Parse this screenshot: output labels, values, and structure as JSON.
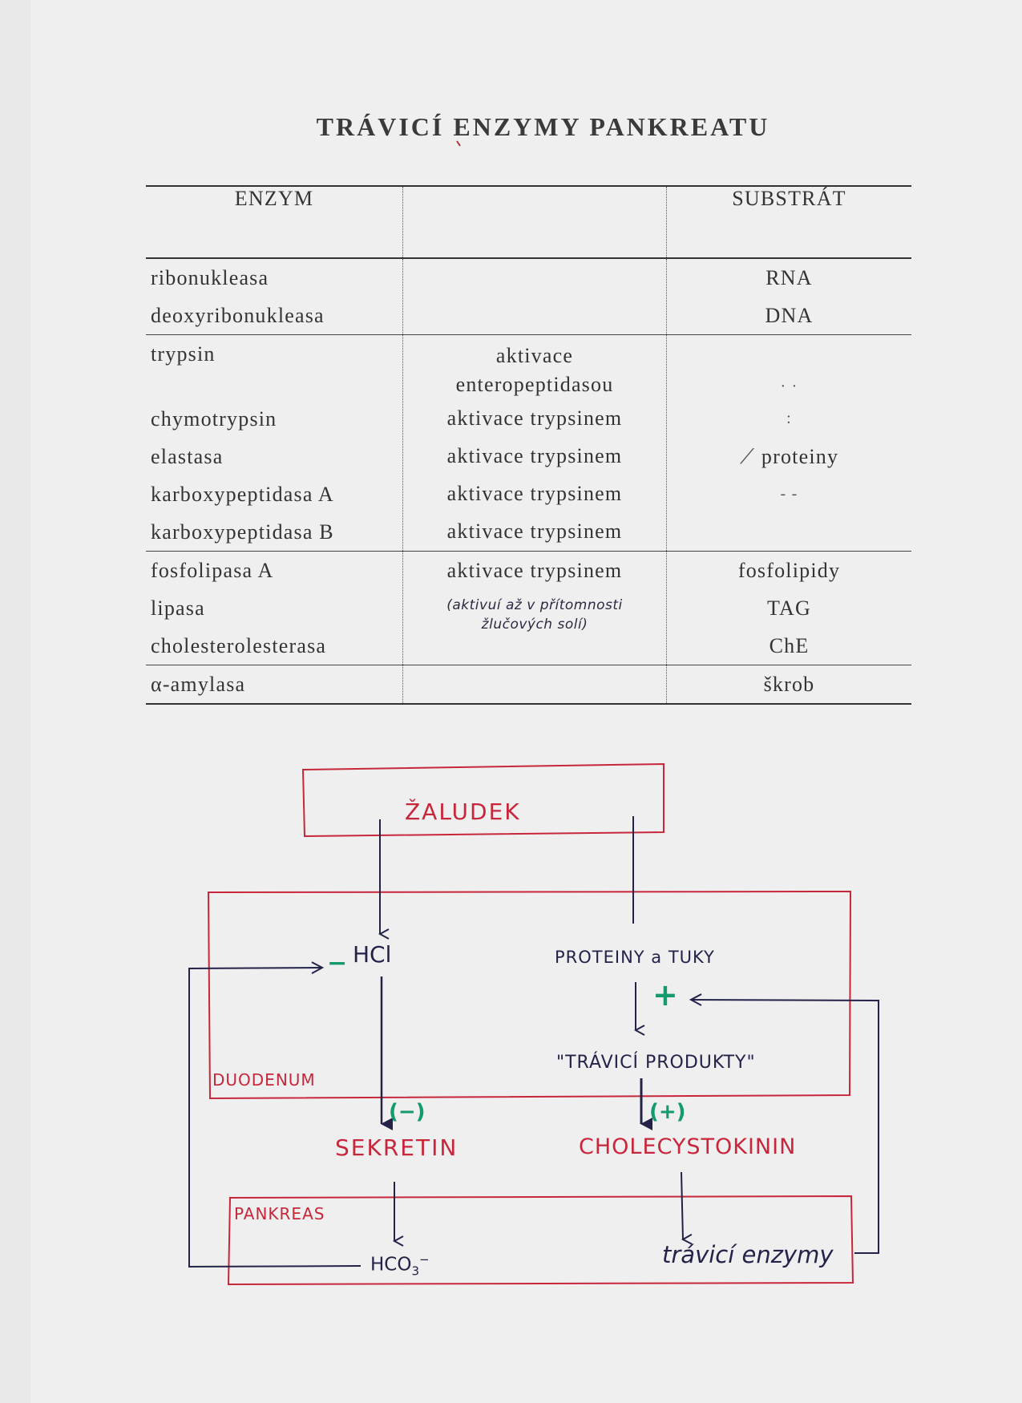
{
  "document": {
    "title": "TRÁVICÍ ENZYMY PANKREATU"
  },
  "table": {
    "headers": [
      "ENZYM",
      "",
      "SUBSTRÁT"
    ],
    "rows": [
      {
        "enzyme": "ribonukleasa",
        "activation": "",
        "substrate": "RNA"
      },
      {
        "enzyme": "deoxyribonukleasa",
        "activation": "",
        "substrate": "DNA"
      },
      {
        "enzyme": "trypsin",
        "activation": "aktivace enteropeptidasou",
        "substrate": ""
      },
      {
        "enzyme": "chymotrypsin",
        "activation": "aktivace trypsinem",
        "substrate": ""
      },
      {
        "enzyme": "elastasa",
        "activation": "aktivace trypsinem",
        "substrate": "proteiny"
      },
      {
        "enzyme": "karboxypeptidasa A",
        "activation": "aktivace trypsinem",
        "substrate": ""
      },
      {
        "enzyme": "karboxypeptidasa B",
        "activation": "aktivace trypsinem",
        "substrate": ""
      },
      {
        "enzyme": "fosfolipasa A",
        "activation": "aktivace trypsinem",
        "substrate": "fosfolipidy"
      },
      {
        "enzyme": "lipasa",
        "activation": "(aktivuí až v přítomnosti žlučových solí)",
        "substrate": "TAG"
      },
      {
        "enzyme": "cholesterolesterasa",
        "activation": "",
        "substrate": "ChE"
      },
      {
        "enzyme": "α-amylasa",
        "activation": "",
        "substrate": "škrob"
      }
    ],
    "activation_lines": {
      "trypsin_line1": "aktivace",
      "trypsin_line2": "enteropeptidasou",
      "lipasa_line1": "(aktivuí až v přítomnosti",
      "lipasa_line2": "žlučových solí)"
    }
  },
  "diagram": {
    "stomach": "ŽALUDEK",
    "duodenum": "DUODENUM",
    "pancreas": "PANKREAS",
    "hcl": "HCl",
    "proteins_fats": "PROTEINY a TUKY",
    "digestion_products": "\"TRÁVICÍ PRODUKTY\"",
    "secretin": "SEKRETIN",
    "cholecystokinin": "CHOLECYSTOKININ",
    "bicarbonate": "HCO",
    "bicarbonate_sub": "3",
    "bicarbonate_sup": "−",
    "enzymes": "trávicí enzymy",
    "minus_mark": "−",
    "plus_mark": "+",
    "inhibit_paren": "(−)",
    "stimulate_paren": "(+)",
    "colors": {
      "red": "#c8263a",
      "blue": "#23234a",
      "green": "#139a6d"
    }
  }
}
